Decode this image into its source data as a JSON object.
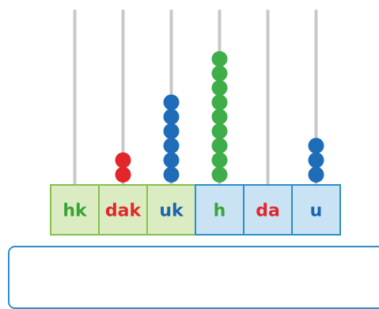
{
  "abacus": {
    "rods": [
      {
        "label": "hk",
        "label_color": "#3aa335",
        "bead_color": "#3fae49",
        "beads": 0,
        "group": "thousands"
      },
      {
        "label": "dak",
        "label_color": "#e3262b",
        "bead_color": "#e3262b",
        "beads": 2,
        "group": "thousands"
      },
      {
        "label": "uk",
        "label_color": "#1866b0",
        "bead_color": "#1f6db8",
        "beads": 6,
        "group": "thousands"
      },
      {
        "label": "h",
        "label_color": "#3aa335",
        "bead_color": "#3fae49",
        "beads": 9,
        "group": "units"
      },
      {
        "label": "da",
        "label_color": "#e3262b",
        "bead_color": "#e3262b",
        "beads": 0,
        "group": "units"
      },
      {
        "label": "u",
        "label_color": "#1866b0",
        "bead_color": "#1f6db8",
        "beads": 3,
        "group": "units"
      }
    ],
    "group_colors": {
      "thousands": {
        "fill": "#dcecc2",
        "stroke": "#86c04f"
      },
      "units": {
        "fill": "#c9e3f5",
        "stroke": "#2d8fc9"
      }
    },
    "rod_color": "#c8c8c8"
  },
  "answer_box": {
    "value": "",
    "border_color": "#2d8fc9"
  }
}
